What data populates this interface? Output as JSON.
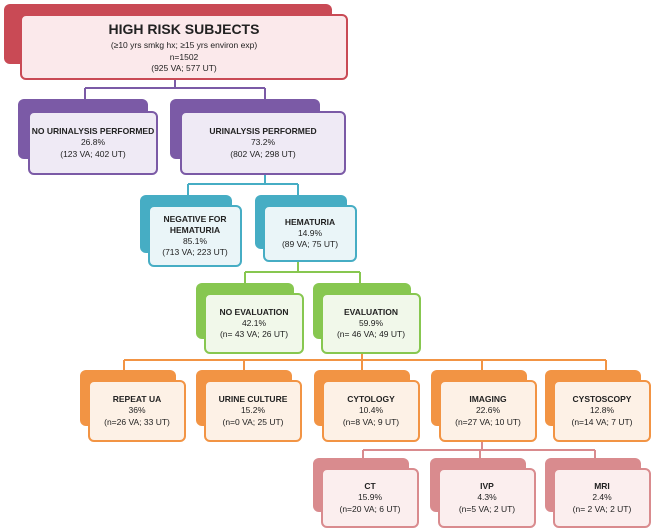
{
  "colors": {
    "red": {
      "tab": "#c94a55",
      "border": "#c94a55",
      "fill": "#fbe9eb"
    },
    "purple": {
      "tab": "#7b5aa6",
      "border": "#7b5aa6",
      "fill": "#efeaf5"
    },
    "teal": {
      "tab": "#46adc4",
      "border": "#46adc4",
      "fill": "#eaf5f8"
    },
    "green": {
      "tab": "#87c750",
      "border": "#87c750",
      "fill": "#f1f8ea"
    },
    "orange": {
      "tab": "#f29444",
      "border": "#f29444",
      "fill": "#fdf1e6"
    },
    "pink": {
      "tab": "#d98b8e",
      "border": "#d98b8e",
      "fill": "#fbeeee"
    }
  },
  "nodes": {
    "root": {
      "title": "HIGH RISK SUBJECTS",
      "l1": "(≥10 yrs smkg hx; ≥15 yrs environ exp)",
      "l2": "n=1502",
      "l3": "(925 VA; 577 UT)"
    },
    "no_ua": {
      "title": "NO URINALYSIS PERFORMED",
      "l1": "26.8%",
      "l2": "(123 VA; 402 UT)"
    },
    "ua": {
      "title": "URINALYSIS PERFORMED",
      "l1": "73.2%",
      "l2": "(802 VA; 298 UT)"
    },
    "neg": {
      "title": "NEGATIVE FOR",
      "title2": "HEMATURIA",
      "l1": "85.1%",
      "l2": "(713 VA; 223 UT)"
    },
    "hem": {
      "title": "HEMATURIA",
      "l1": "14.9%",
      "l2": "(89 VA; 75 UT)"
    },
    "noeval": {
      "title": "NO EVALUATION",
      "l1": "42.1%",
      "l2": "(n= 43 VA; 26 UT)"
    },
    "eval": {
      "title": "EVALUATION",
      "l1": "59.9%",
      "l2": "(n= 46 VA; 49 UT)"
    },
    "repeat": {
      "title": "REPEAT UA",
      "l1": "36%",
      "l2": "(n=26 VA; 33 UT)"
    },
    "culture": {
      "title": "URINE CULTURE",
      "l1": "15.2%",
      "l2": "(n=0 VA; 25 UT)"
    },
    "cyto": {
      "title": "CYTOLOGY",
      "l1": "10.4%",
      "l2": "(n=8 VA; 9 UT)"
    },
    "imaging": {
      "title": "IMAGING",
      "l1": "22.6%",
      "l2": "(n=27 VA; 10 UT)"
    },
    "cysto": {
      "title": "CYSTOSCOPY",
      "l1": "12.8%",
      "l2": "(n=14 VA; 7 UT)"
    },
    "ct": {
      "title": "CT",
      "l1": "15.9%",
      "l2": "(n=20 VA; 6 UT)"
    },
    "ivp": {
      "title": "IVP",
      "l1": "4.3%",
      "l2": "(n=5 VA; 2 UT)"
    },
    "mri": {
      "title": "MRI",
      "l1": "2.4%",
      "l2": "(n= 2 VA; 2 UT)"
    }
  }
}
